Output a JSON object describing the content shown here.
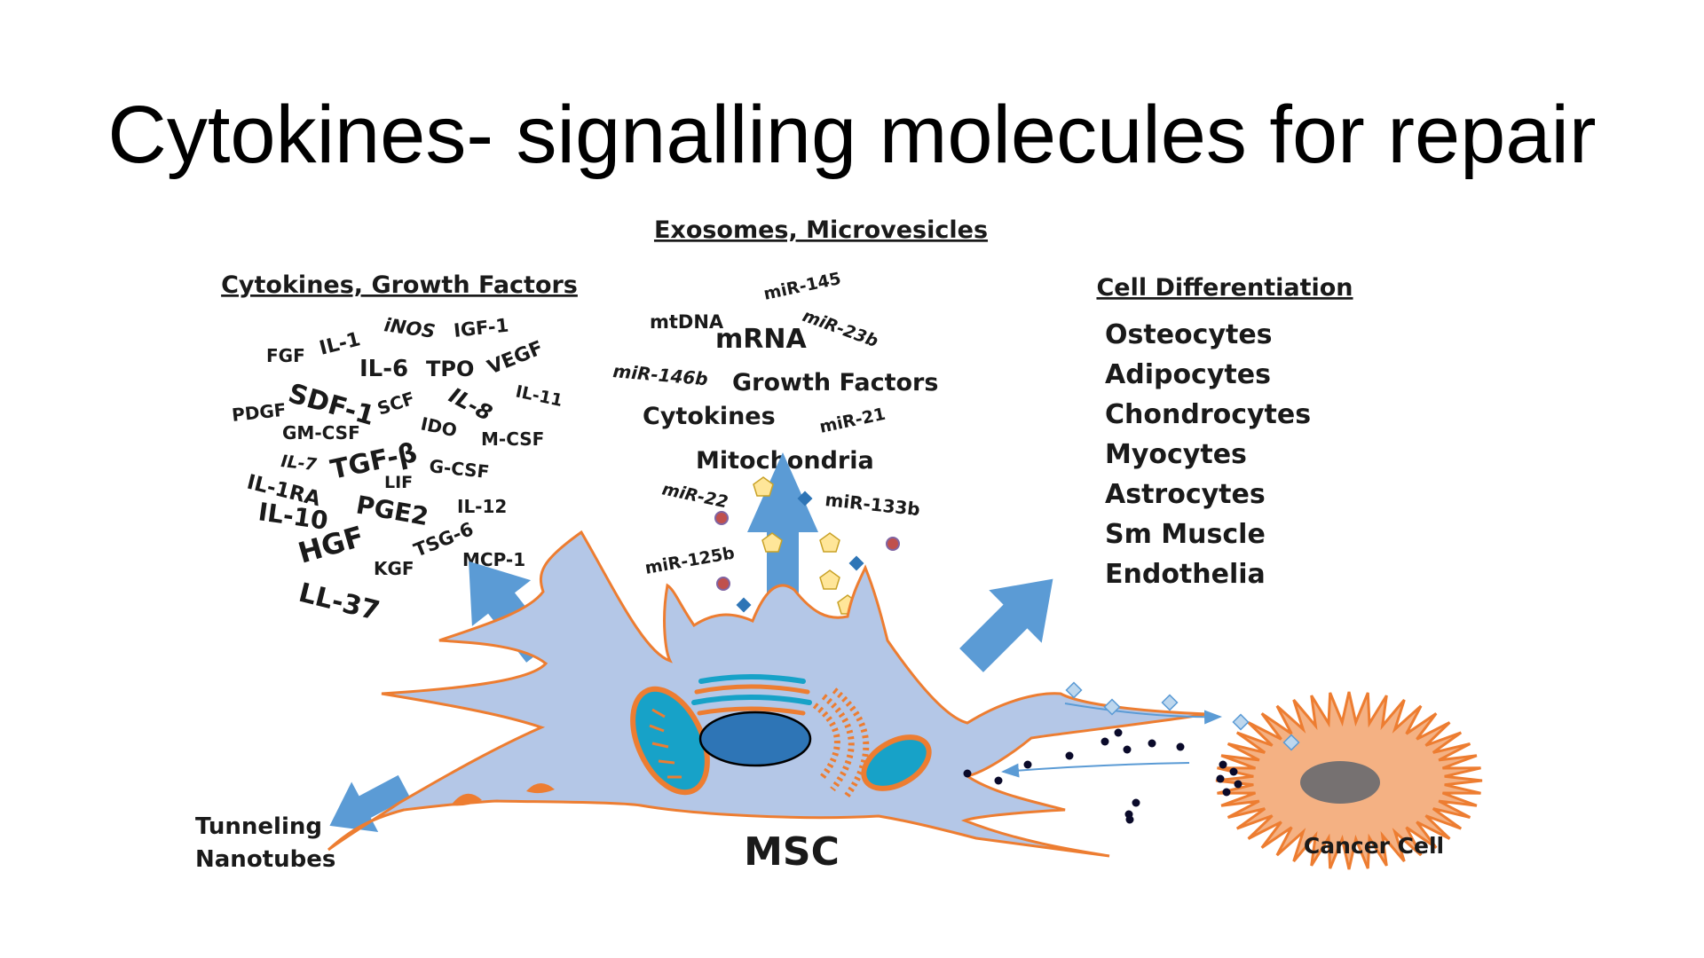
{
  "slide": {
    "title": "Cytokines- signalling molecules for repair"
  },
  "headers": {
    "exosomes": "Exosomes, Microvesicles",
    "cytokines": "Cytokines, Growth Factors",
    "differentiation": "Cell Differentiation"
  },
  "cytokine_terms": [
    "FGF",
    "IL-1",
    "iNOS",
    "IGF-1",
    "IL-6",
    "TPO",
    "VEGF",
    "SDF-1",
    "SCF",
    "IL-8",
    "IL-11",
    "PDGF",
    "GM-CSF",
    "IDO",
    "M-CSF",
    "IL-7",
    "TGF-β",
    "G-CSF",
    "LIF",
    "IL-1RA",
    "IL-10",
    "PGE2",
    "IL-12",
    "HGF",
    "TSG-6",
    "KGF",
    "MCP-1",
    "LL-37"
  ],
  "exosome_terms": [
    "miR-145",
    "mtDNA",
    "mRNA",
    "miR-23b",
    "miR-146b",
    "Growth Factors",
    "Cytokines",
    "miR-21",
    "Mitochondria",
    "miR-22",
    "miR-133b",
    "miR-125b"
  ],
  "differentiation_items": [
    "Osteocytes",
    "Adipocytes",
    "Chondrocytes",
    "Myocytes",
    "Astrocytes",
    "Sm Muscle",
    "Endothelia"
  ],
  "labels": {
    "tunneling_line1": "Tunneling",
    "tunneling_line2": "Nanotubes",
    "msc": "MSC",
    "cancer_cell": "Cancer Cell"
  },
  "colors": {
    "arrow": "#5b9bd5",
    "cell_fill": "#b4c7e7",
    "cell_outline": "#ed7d31",
    "nucleus": "#2e75b6",
    "organelle": "#ed7d31",
    "cristae": "#17a2c8",
    "cancer_fill": "#f4b183",
    "cancer_nucleus": "#767171",
    "pentagon": "#ffe699",
    "diamond": "#2e75b6",
    "dot": "#c0504d"
  }
}
